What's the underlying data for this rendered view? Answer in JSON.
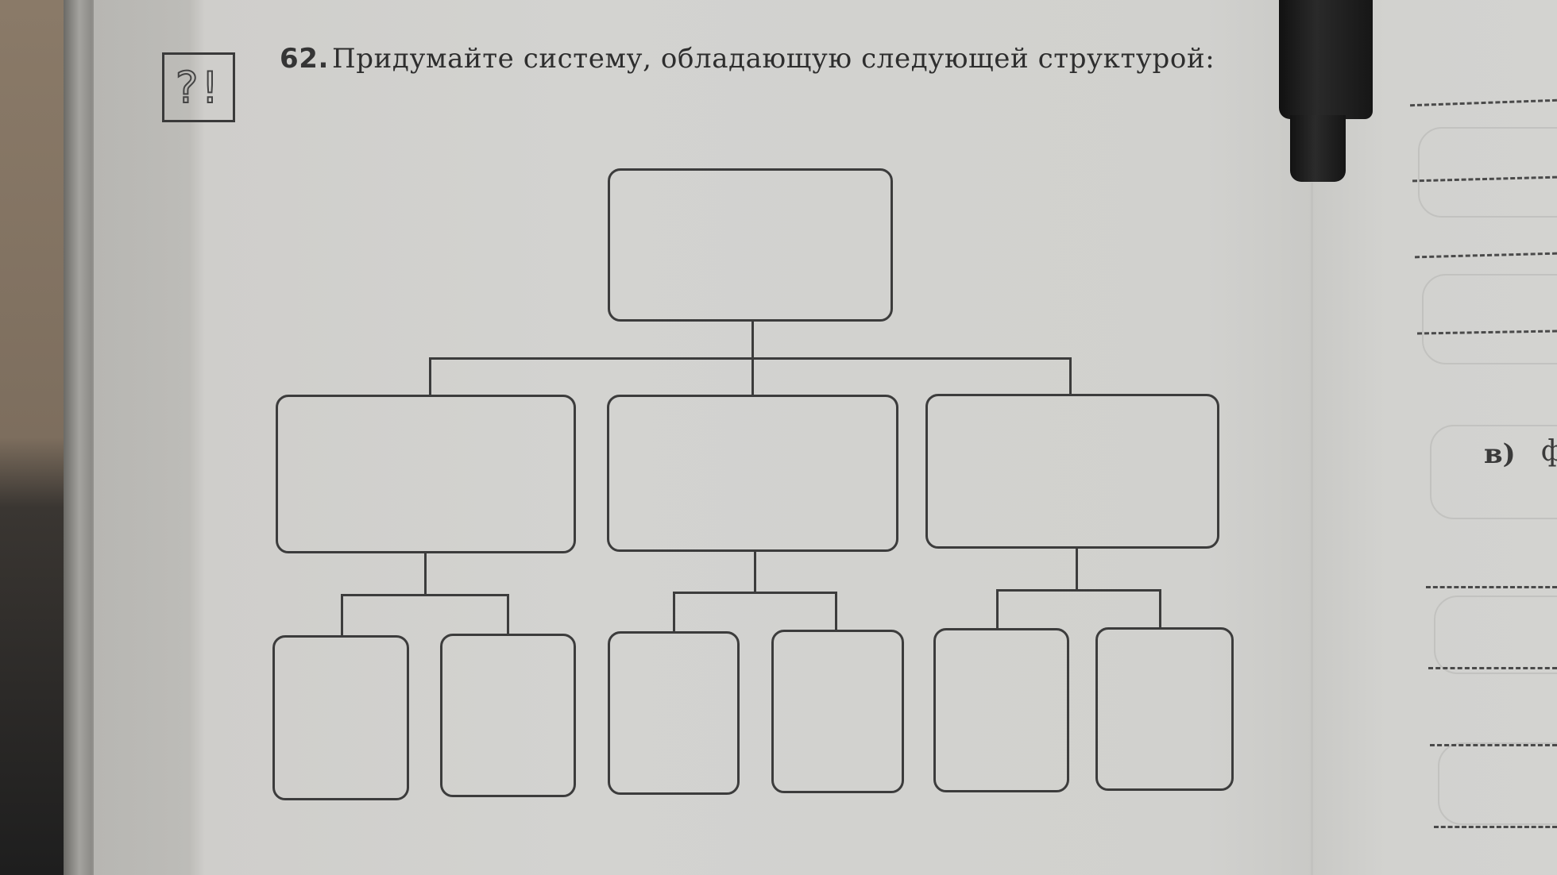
{
  "exercise": {
    "icon_label": "?!",
    "number": "62.",
    "prompt": "Придумайте систему, обладающую следующей структурой:"
  },
  "diagram": {
    "type": "tree",
    "levels": 3,
    "root": {
      "label": ""
    },
    "children": [
      {
        "label": "",
        "children": [
          {
            "label": ""
          },
          {
            "label": ""
          }
        ]
      },
      {
        "label": "",
        "children": [
          {
            "label": ""
          },
          {
            "label": ""
          }
        ]
      },
      {
        "label": "",
        "children": [
          {
            "label": ""
          },
          {
            "label": ""
          }
        ]
      }
    ]
  },
  "right_page": {
    "item_label": "в)",
    "partial_char": "ф"
  },
  "colors": {
    "page": "#d2d2cf",
    "ink": "#3c3c3c"
  }
}
